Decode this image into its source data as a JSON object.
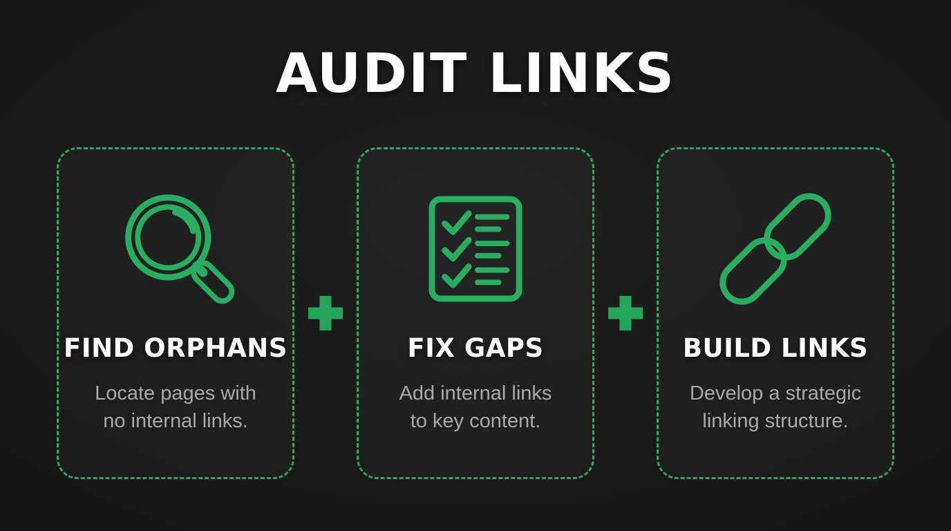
{
  "page": {
    "title": "AUDIT LINKS",
    "background_color": "#171717",
    "accent_color": "#27ae60",
    "title_color": "#ffffff",
    "description_color": "#a9a9a9"
  },
  "cards": [
    {
      "icon": "magnifier-icon",
      "title": "FIND ORPHANS",
      "description": "Locate pages with no internal links.",
      "lines": [
        "Locate pages with",
        "no internal links."
      ]
    },
    {
      "icon": "checklist-icon",
      "title": "FIX GAPS",
      "description": "Add internal links to key content.",
      "lines": [
        "Add internal links",
        "to key content."
      ]
    },
    {
      "icon": "chain-link-icon",
      "title": "BUILD LINKS",
      "description": "Develop a strategic linking structure.",
      "lines": [
        "Develop a strategic",
        "linking structure."
      ]
    }
  ],
  "separators": [
    {
      "icon": "plus-icon",
      "symbol": "+"
    },
    {
      "icon": "plus-icon",
      "symbol": "+"
    }
  ]
}
